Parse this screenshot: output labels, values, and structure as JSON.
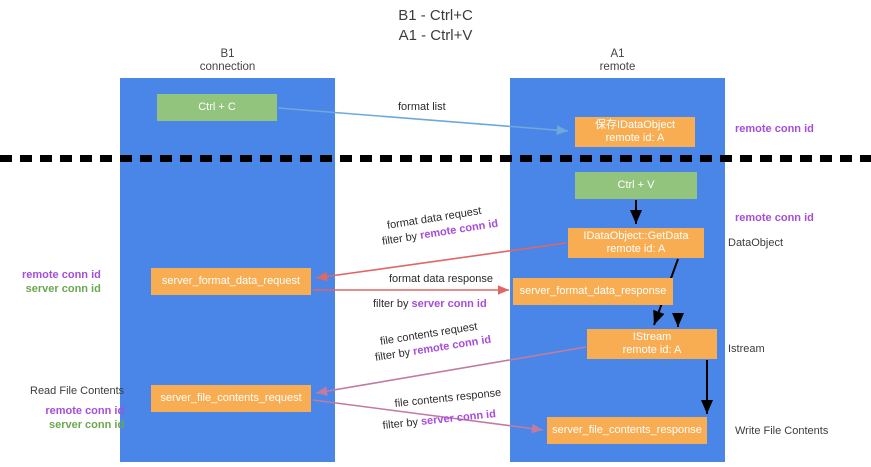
{
  "title": {
    "line1": "B1 - Ctrl+C",
    "line2": "A1 - Ctrl+V"
  },
  "lanes": [
    {
      "name": "B1",
      "subtitle": "connection",
      "color": "#4a86e8"
    },
    {
      "name": "A1",
      "subtitle": "remote",
      "color": "#4a86e8"
    }
  ],
  "colors": {
    "lane": "#4a86e8",
    "green_box": "#93c47d",
    "orange_box": "#f9ad53",
    "remote_conn_id": "#a64ddb",
    "server_conn_id": "#6aa84f",
    "arrow_format_list": "#6fa8dc",
    "arrow_format_data": "#e06666",
    "arrow_file_contents": "#c27ba0",
    "arrow_black": "#000000",
    "divider": "#000000"
  },
  "boxes": {
    "ctrl_c": {
      "label": "Ctrl + C",
      "kind": "green"
    },
    "save_idataobject": {
      "line1": "保存IDataObject",
      "line2": "remote id: A",
      "kind": "orange"
    },
    "ctrl_v": {
      "label": "Ctrl + V",
      "kind": "green"
    },
    "getdata": {
      "line1": "IDataObject::GetData",
      "line2": "remote id: A",
      "kind": "orange"
    },
    "server_format_data_request": {
      "label": "server_format_data_request",
      "kind": "orange"
    },
    "server_format_data_response": {
      "label": "server_format_data_response",
      "kind": "orange"
    },
    "istream": {
      "line1": "IStream",
      "line2": "remote id: A",
      "kind": "orange"
    },
    "server_file_contents_request": {
      "label": "server_file_contents_request",
      "kind": "orange"
    },
    "server_file_contents_response": {
      "label": "server_file_contents_response",
      "kind": "orange"
    }
  },
  "edge_labels": {
    "format_list": "format list",
    "format_data_request": "format data request",
    "format_data_request_filter_prefix": "filter by ",
    "format_data_request_filter_key": "remote conn id",
    "format_data_response": "format data response",
    "format_data_response_filter_prefix": "filter by ",
    "format_data_response_filter_key": "server conn id",
    "file_contents_request": "file contents request",
    "file_contents_request_filter_prefix": "filter by ",
    "file_contents_request_filter_key": "remote conn id",
    "file_contents_response": "file contents response",
    "file_contents_response_filter_prefix": "filter by ",
    "file_contents_response_filter_key": "server conn id"
  },
  "side_annotations": {
    "right_1": "remote conn id",
    "right_2": "remote conn id",
    "right_3": "DataObject",
    "right_4": "Istream",
    "right_5": "Write File Contents",
    "left_1_a": "remote conn id",
    "left_1_b": "server conn id",
    "left_2_title": "Read File Contents",
    "left_2_a": "remote conn id",
    "left_2_b": "server conn id"
  }
}
